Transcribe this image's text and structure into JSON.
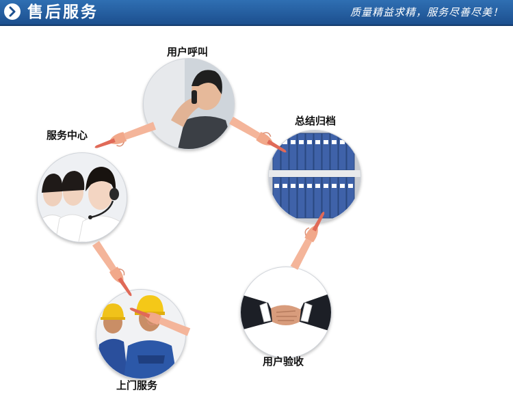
{
  "header": {
    "title": "售后服务",
    "slogan": "质量精益求精，服务尽善尽美！"
  },
  "steps": [
    {
      "label": "用户呼叫"
    },
    {
      "label": "总结归档"
    },
    {
      "label": "用户验收"
    },
    {
      "label": "上门服务"
    },
    {
      "label": "服务中心"
    }
  ],
  "colors": {
    "header": "#1c4f8e",
    "arrow_hand": "#f4b59a",
    "arrow_finger": "#e06a58"
  }
}
